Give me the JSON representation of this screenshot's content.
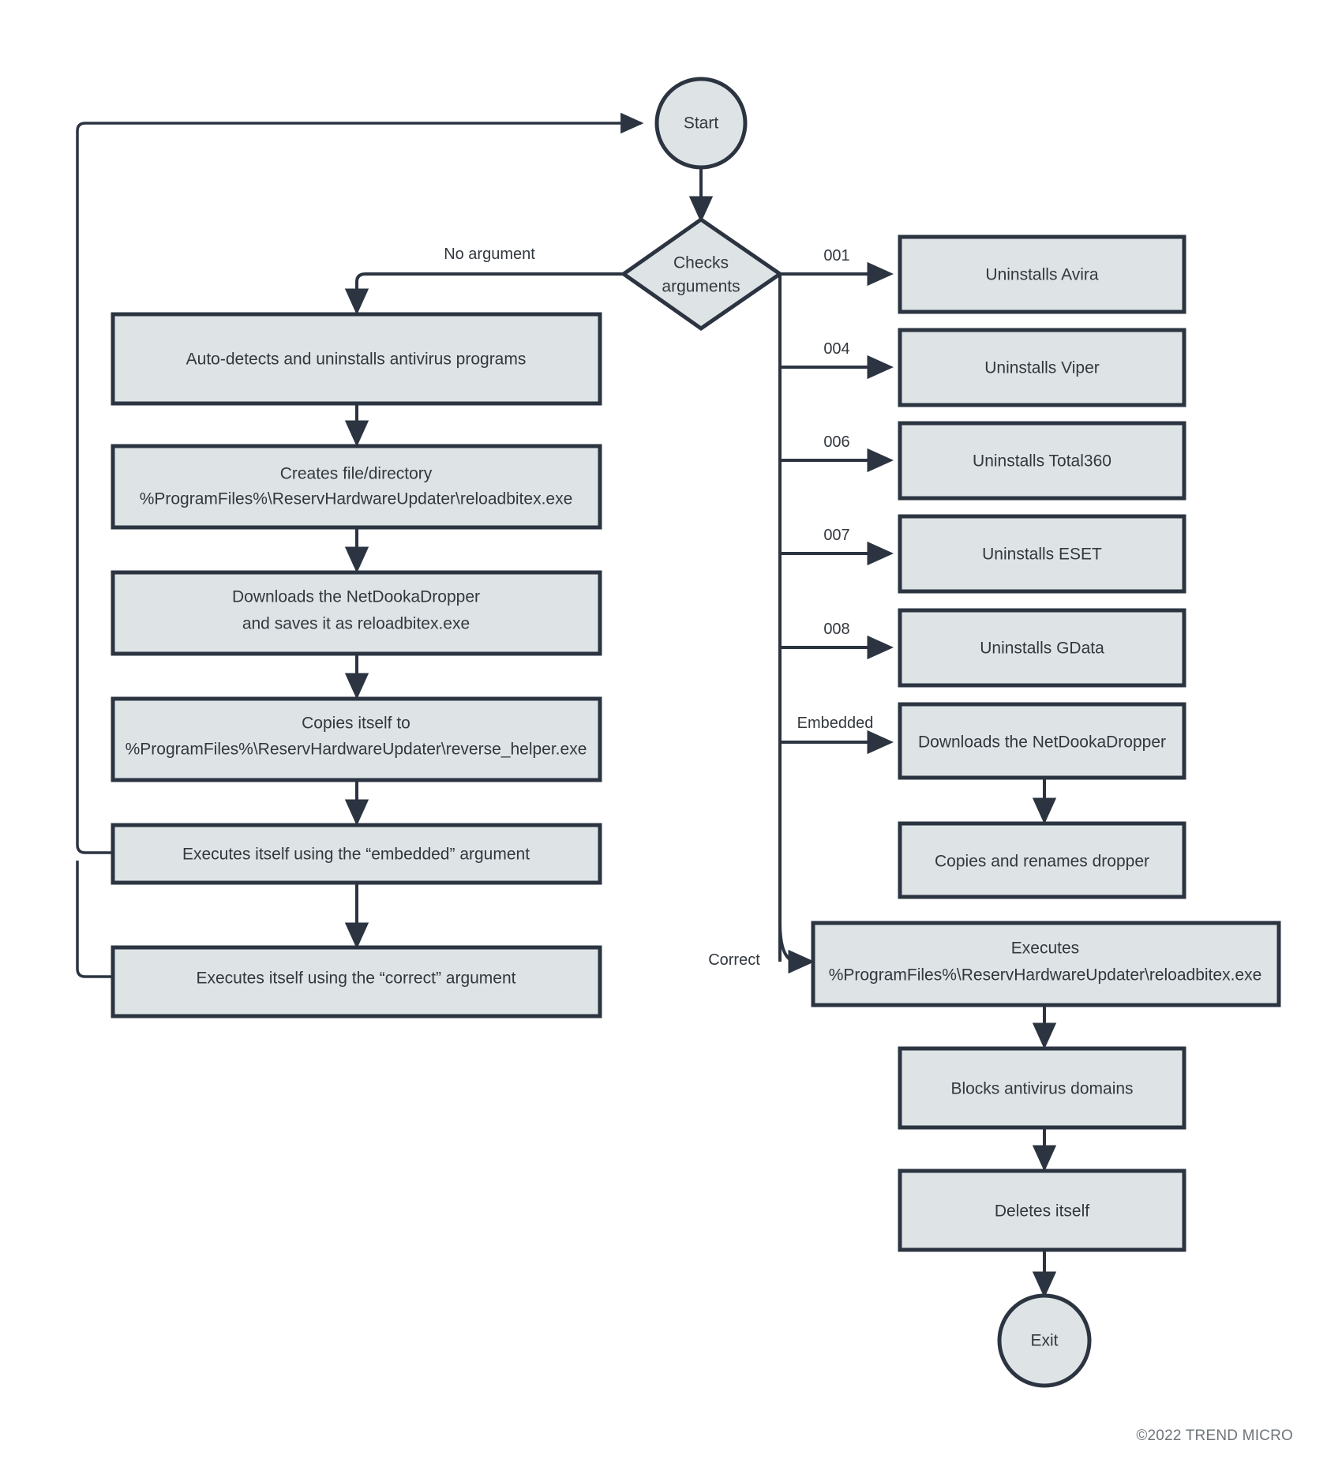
{
  "diagram": {
    "type": "flowchart",
    "title": "NetDooka loader execution flow",
    "colors": {
      "node_fill": "#dee4e6",
      "node_stroke": "#2b3440",
      "text": "#32383e",
      "background": "#ffffff",
      "footer_text": "#6e7479"
    },
    "terminals": [
      {
        "id": "start",
        "label": "Start",
        "shape": "circle"
      },
      {
        "id": "exit",
        "label": "Exit",
        "shape": "circle"
      }
    ],
    "decision": {
      "id": "checks-arguments",
      "shape": "diamond",
      "label_line1": "Checks",
      "label_line2": "arguments"
    },
    "left_branch": {
      "edge_label": "No argument",
      "steps": [
        {
          "id": "auto-detects-uninstalls-antivirus",
          "line1": "Auto-detects and uninstalls antivirus programs",
          "line2": ""
        },
        {
          "id": "creates-file-directory",
          "line1": "Creates file/directory",
          "line2": "%ProgramFiles%\\ReservHardwareUpdater\\reloadbitex.exe"
        },
        {
          "id": "downloads-netdookadropper",
          "line1": "Downloads the NetDookaDropper",
          "line2": "and saves it as reloadbitex.exe"
        },
        {
          "id": "copies-itself-reverse-helper",
          "line1": "Copies itself to",
          "line2": "%ProgramFiles%\\ReservHardwareUpdater\\reverse_helper.exe"
        },
        {
          "id": "executes-embedded-argument",
          "line1": "Executes itself using the “embedded” argument",
          "line2": ""
        },
        {
          "id": "executes-correct-argument",
          "line1": "Executes itself using the “correct” argument",
          "line2": ""
        }
      ]
    },
    "right_branch": {
      "argument_routes": [
        {
          "id": "uninstalls-avira",
          "edge_label": "001",
          "line1": "Uninstalls Avira",
          "line2": ""
        },
        {
          "id": "uninstalls-viper",
          "edge_label": "004",
          "line1": "Uninstalls Viper",
          "line2": ""
        },
        {
          "id": "uninstalls-total360",
          "edge_label": "006",
          "line1": "Uninstalls Total360",
          "line2": ""
        },
        {
          "id": "uninstalls-eset",
          "edge_label": "007",
          "line1": "Uninstalls ESET",
          "line2": ""
        },
        {
          "id": "uninstalls-gdata",
          "edge_label": "008",
          "line1": "Uninstalls GData",
          "line2": ""
        },
        {
          "id": "downloads-netdookadropper-embedded",
          "edge_label": "Embedded",
          "line1": "Downloads the NetDookaDropper",
          "line2": ""
        }
      ],
      "embedded_followup": {
        "id": "copies-renames-dropper",
        "line1": "Copies and renames dropper",
        "line2": ""
      },
      "correct_route": {
        "edge_label": "Correct",
        "id": "executes-reloadbitex",
        "line1": "Executes",
        "line2": "%ProgramFiles%\\ReservHardwareUpdater\\reloadbitex.exe"
      },
      "tail_steps": [
        {
          "id": "blocks-antivirus-domains",
          "line1": "Blocks antivirus domains",
          "line2": ""
        },
        {
          "id": "deletes-itself",
          "line1": "Deletes itself",
          "line2": ""
        }
      ]
    },
    "footer": {
      "copyright": "©2022 TREND MICRO"
    }
  }
}
